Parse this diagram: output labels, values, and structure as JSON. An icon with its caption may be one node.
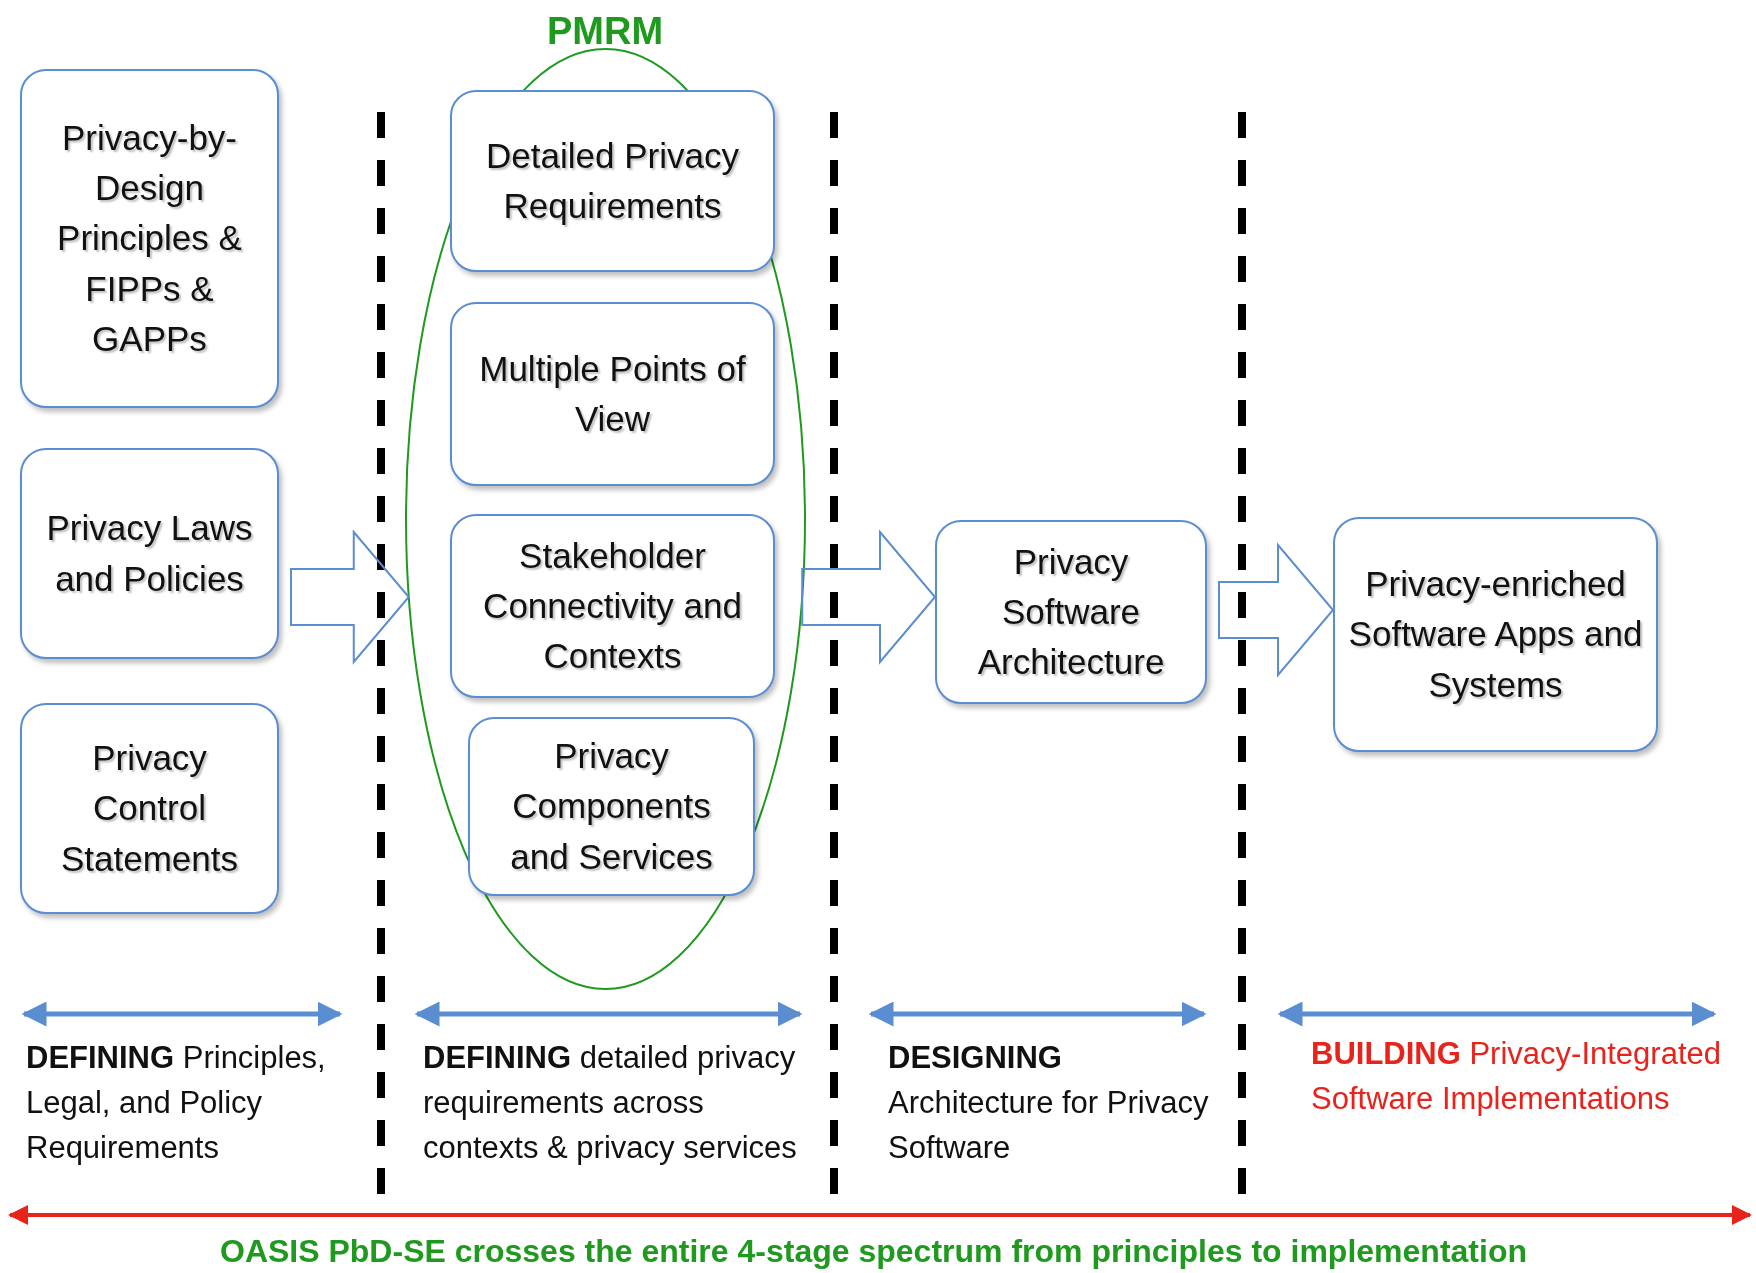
{
  "diagram": {
    "nodes": [
      {
        "text": [
          "Privacy-by-Design Principles & FIPPs & GAPPs"
        ]
      },
      {
        "text": [
          "Privacy Laws and Policies"
        ]
      },
      {
        "text": [
          "Privacy Control Statements"
        ]
      },
      {
        "text": [
          "PMRM"
        ]
      },
      {
        "text": [
          "Detailed Privacy Requirements"
        ],
        "in": 3
      },
      {
        "text": [
          "Multiple Points of View"
        ],
        "in": 3
      },
      {
        "text": [
          "Stakeholder Connectivity and Contexts"
        ],
        "in": 3
      },
      {
        "text": [
          "Privacy Components and Services"
        ],
        "in": 3
      },
      {
        "text": [
          "Privacy Software Architecture"
        ]
      },
      {
        "text": [
          "Privacy-enriched Software Apps and Systems"
        ]
      }
    ],
    "edges": [
      {
        "from": 1,
        "to": 3,
        "arrow": "to"
      },
      {
        "from": 3,
        "to": 8,
        "arrow": "to"
      },
      {
        "from": 8,
        "to": 9,
        "arrow": "to"
      }
    ],
    "labels": [
      "**DEFINING** Principles, Legal, and Policy Requirements",
      "**DEFINING** detailed privacy requirements across contexts & privacy services",
      "**DESIGNING** Architecture for Privacy Software",
      "**BUILDING** Privacy-Integrated Software Implementations",
      "OASIS PbD-SE crosses the entire 4-stage spectrum from principles to implementation"
    ]
  }
}
